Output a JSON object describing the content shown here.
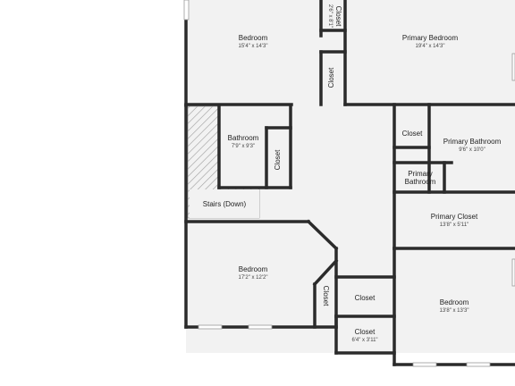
{
  "colors": {
    "floor": "#f2f2f2",
    "wall": "#2b2b2b",
    "stair_hatch": "#9a9a9a",
    "window": "#cfcfcf",
    "text": "#222222"
  },
  "rooms": {
    "bedroom_nw": {
      "name": "Bedroom",
      "dim": "15'4\" x 14'3\""
    },
    "closet_top": {
      "name": "Closet",
      "dim": "2'6\" x 8'1\""
    },
    "primary_bedroom": {
      "name": "Primary Bedroom",
      "dim": "19'4\" x 14'3\""
    },
    "closet_small": {
      "name": "Closet"
    },
    "bathroom": {
      "name": "Bathroom",
      "dim": "7'9\" x 9'3\""
    },
    "closet_bath": {
      "name": "Closet"
    },
    "closet_hall": {
      "name": "Closet"
    },
    "primary_bathroom": {
      "name": "Primary Bathroom",
      "dim": "9'6\" x 10'0\""
    },
    "primary_bathroom_small": {
      "name_line1": "Primary",
      "name_line2": "Bathroom"
    },
    "stairs": {
      "name": "Stairs (Down)"
    },
    "primary_closet": {
      "name": "Primary Closet",
      "dim": "13'8\" x 5'11\""
    },
    "bedroom_sw": {
      "name": "Bedroom",
      "dim": "17'2\" x 12'2\""
    },
    "closet_sw": {
      "name": "Closet"
    },
    "closet_center": {
      "name": "Closet"
    },
    "closet_bottom": {
      "name": "Closet",
      "dim": "6'4\" x 3'11\""
    },
    "bedroom_se": {
      "name": "Bedroom",
      "dim": "13'8\" x 13'3\""
    }
  }
}
